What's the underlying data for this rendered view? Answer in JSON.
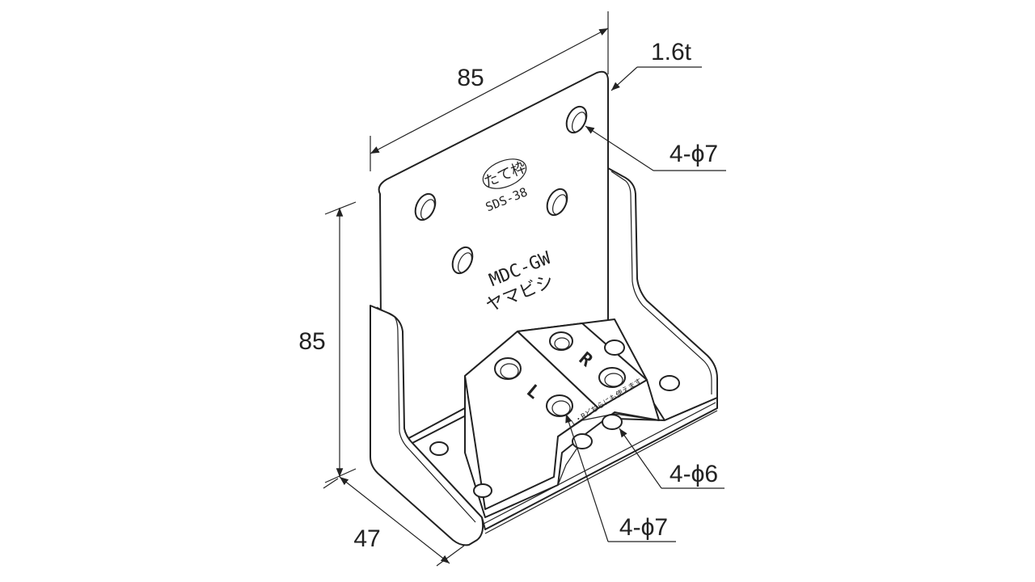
{
  "dimensions": {
    "width": "85",
    "height": "85",
    "depth": "47",
    "thickness": "1.6t"
  },
  "callouts": {
    "upper_holes": "4-ϕ7",
    "base_holes_small": "4-ϕ6",
    "base_holes_large": "4-ϕ7"
  },
  "markings": {
    "stamp_text": "たて枠",
    "series": "SDS-38",
    "model": "MDC-GW",
    "maker": "ヤマビシ",
    "left_mark": "L",
    "right_mark": "R",
    "usage_note": "L・Rどちらにも使えます"
  }
}
